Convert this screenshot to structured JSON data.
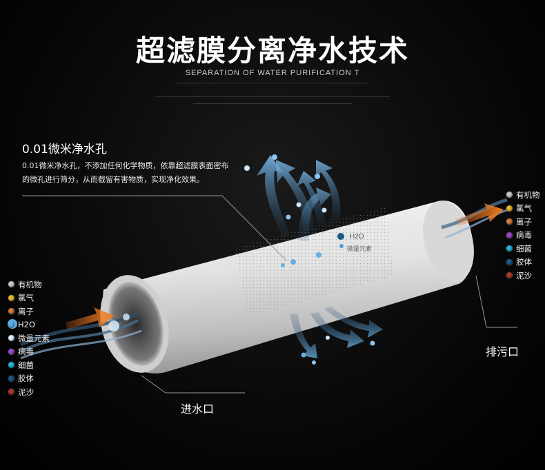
{
  "header": {
    "title": "超滤膜分离净水技术",
    "subtitle": "SEPARATION OF WATER PURIFICATION T"
  },
  "pore": {
    "title": "0.01微米净水孔",
    "description": "0.01微米净水孔，不添加任何化学物质，依靠超滤膜表面密布的微孔进行筛分，从而截留有害物质，实现净化效果。"
  },
  "diagram": {
    "inlet_label": "进水口",
    "outlet_label": "排污口",
    "h2o_label": "H2O",
    "micro_label": "微量元素"
  },
  "left_legend": [
    {
      "label": "有机物",
      "color": "#c8c8c8"
    },
    {
      "label": "氯气",
      "color": "#e8b830"
    },
    {
      "label": "离子",
      "color": "#d87a3a"
    },
    {
      "label": "H2O",
      "color": "#5aa8e0"
    },
    {
      "label": "微量元素",
      "color": "#e0f0ff"
    },
    {
      "label": "病毒",
      "color": "#9a4ac8"
    },
    {
      "label": "细菌",
      "color": "#28b4d8"
    },
    {
      "label": "胶体",
      "color": "#1a5a88"
    },
    {
      "label": "泥沙",
      "color": "#a83a28"
    }
  ],
  "right_legend": [
    {
      "label": "有机物",
      "color": "#c8c8c8"
    },
    {
      "label": "氯气",
      "color": "#e8b830"
    },
    {
      "label": "离子",
      "color": "#d87a3a"
    },
    {
      "label": "病毒",
      "color": "#9a4ac8"
    },
    {
      "label": "细菌",
      "color": "#28b4d8"
    },
    {
      "label": "胶体",
      "color": "#1a5a88"
    },
    {
      "label": "泥沙",
      "color": "#a83a28"
    }
  ]
}
